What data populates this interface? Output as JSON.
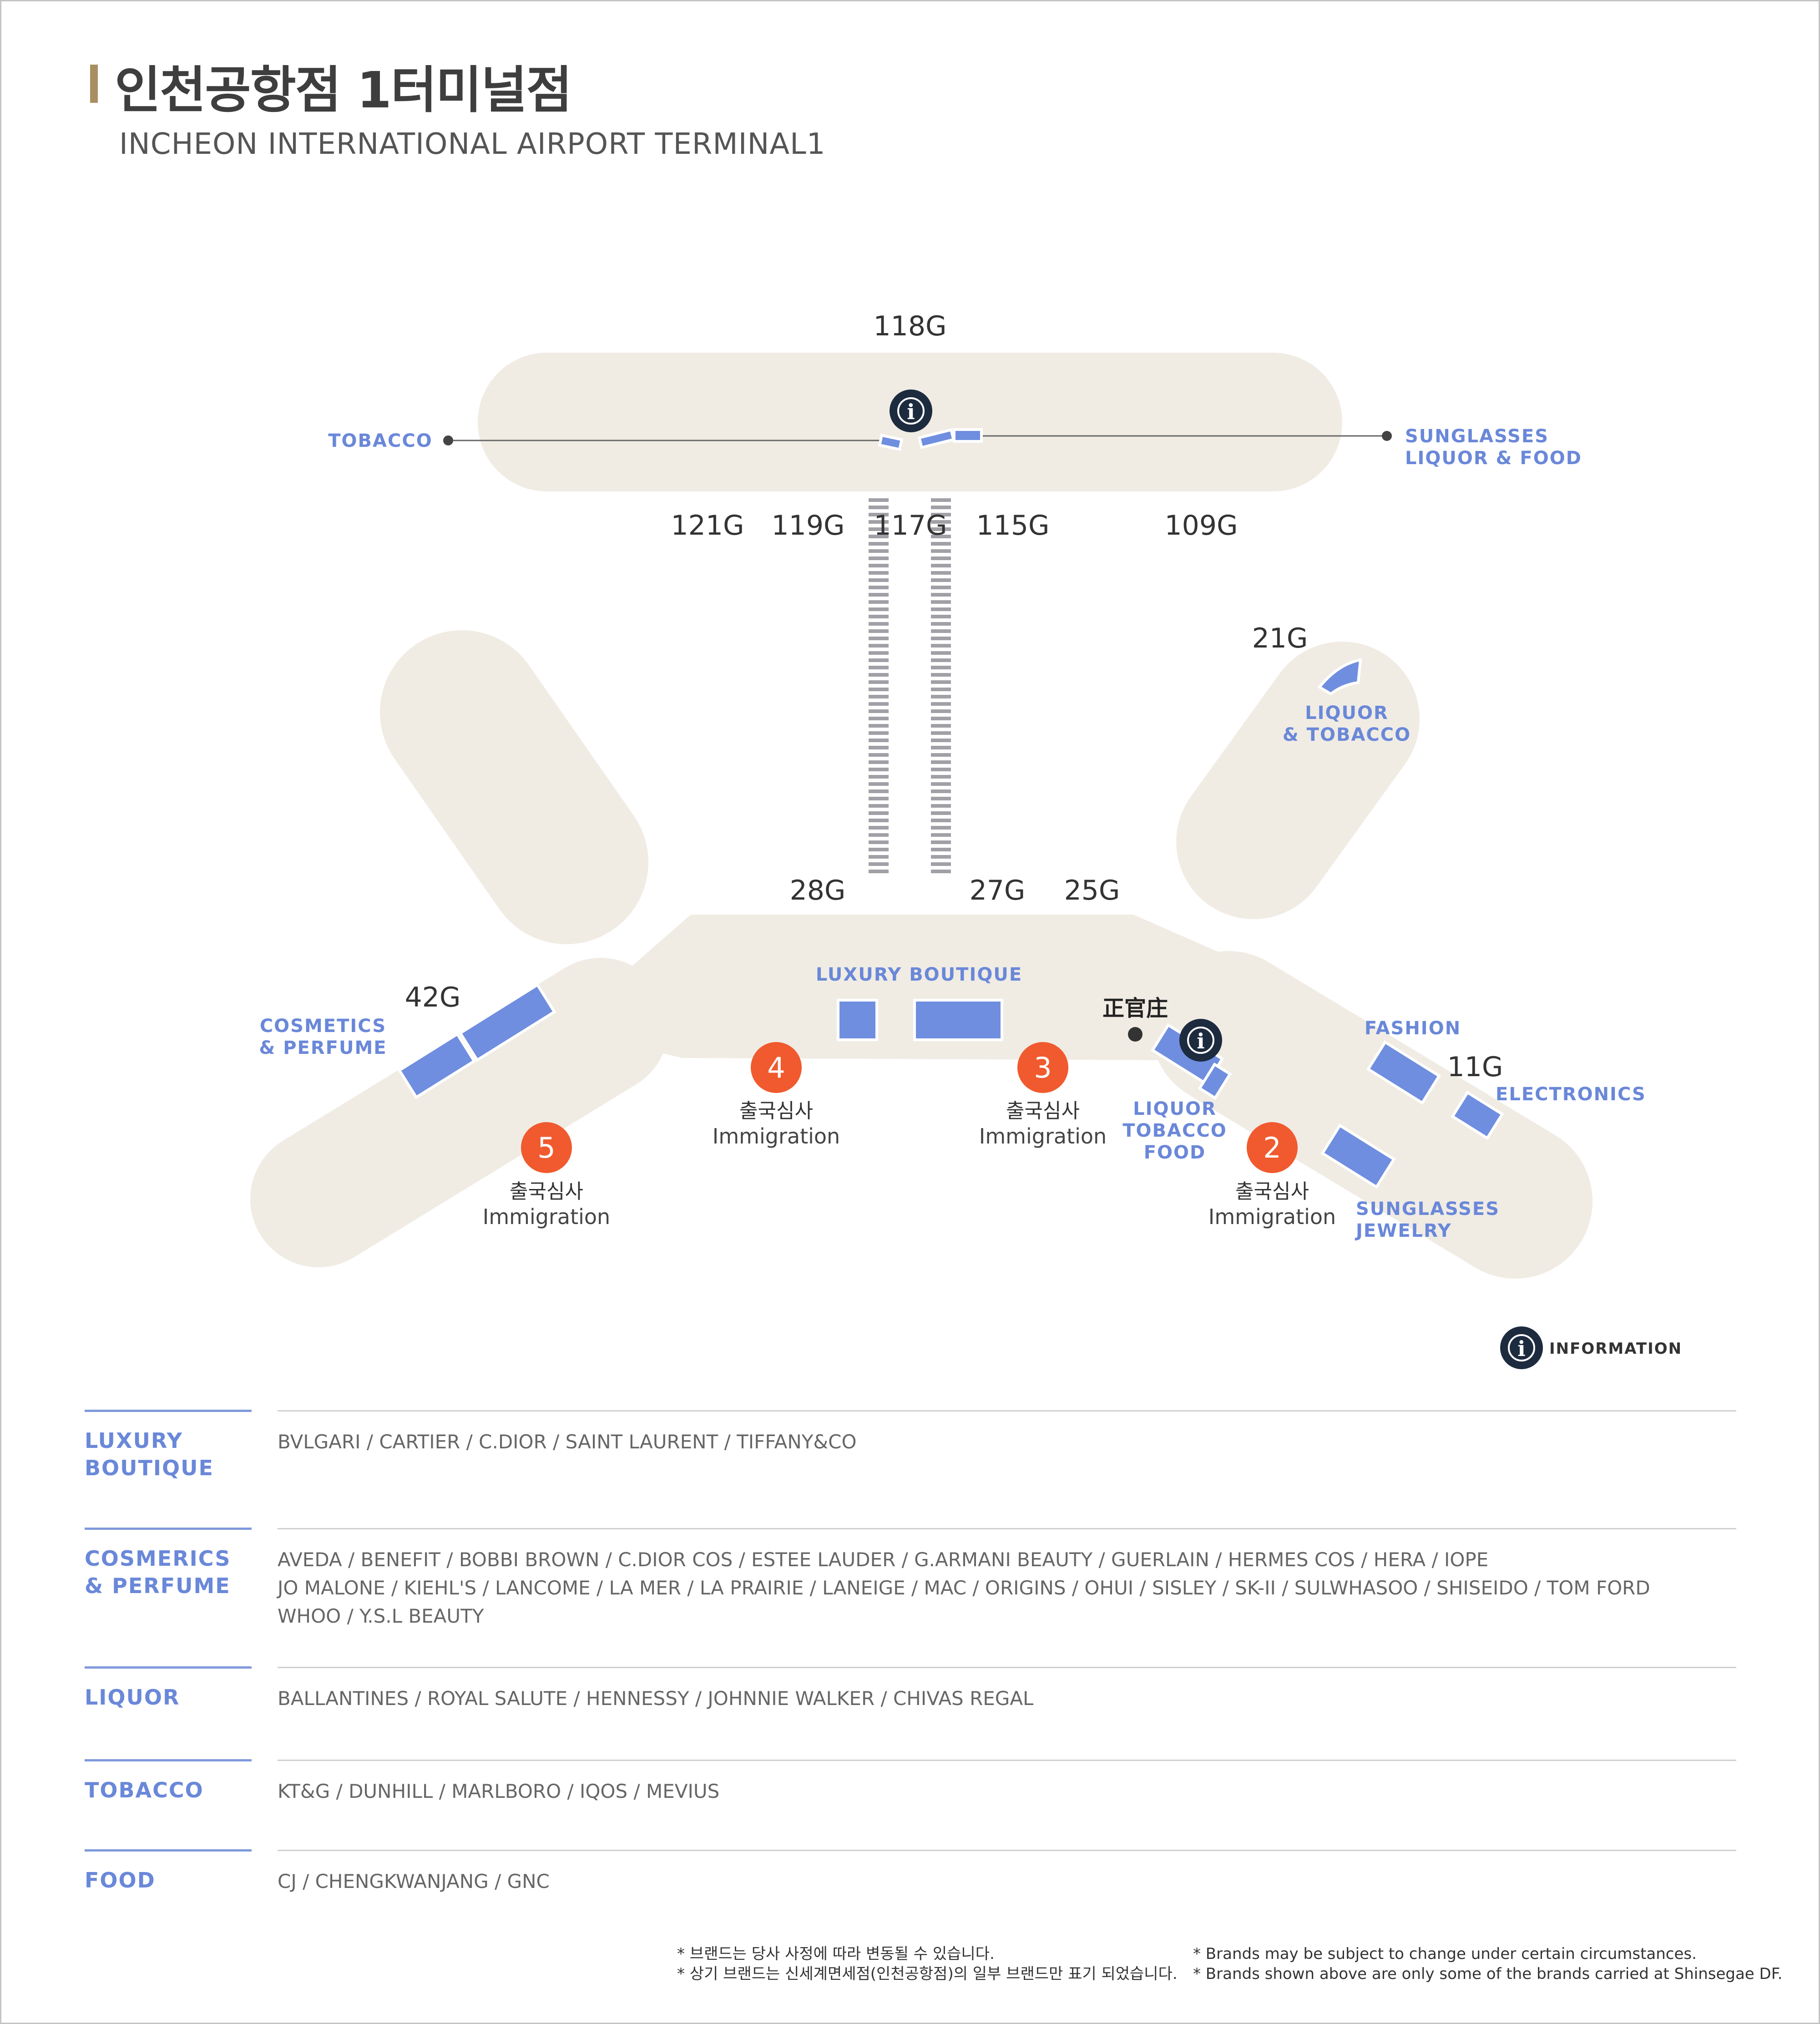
{
  "header": {
    "title_ko": "인천공항점 1터미널점",
    "title_en": "INCHEON INTERNATIONAL AIRPORT TERMINAL1"
  },
  "colors": {
    "accent_gold": "#a88f62",
    "zone_blue": "#6a88d9",
    "shop_blue": "#6f8edf",
    "immigration_orange": "#f05a2e",
    "info_navy": "#1d2b3f",
    "floor_beige": "#f0ece4"
  },
  "map": {
    "gates": {
      "g118": "118G",
      "g121": "121G",
      "g119": "119G",
      "g117": "117G",
      "g115": "115G",
      "g109": "109G",
      "g21": "21G",
      "g28": "28G",
      "g27": "27G",
      "g25": "25G",
      "g42": "42G",
      "g11": "11G"
    },
    "zones": {
      "tobacco": "TOBACCO",
      "sunglasses_top_1": "SUNGLASSES",
      "sunglasses_top_2": "LIQUOR & FOOD",
      "liquor_21_1": "LIQUOR",
      "liquor_21_2": "& TOBACCO",
      "luxury_boutique": "LUXURY BOUTIQUE",
      "cosmetics_1": "COSMETICS",
      "cosmetics_2": "& PERFUME",
      "fashion": "FASHION",
      "electronics": "ELECTRONICS",
      "liquor_center_1": "LIQUOR",
      "liquor_center_2": "TOBACCO",
      "liquor_center_3": "FOOD",
      "sunglasses_low_1": "SUNGLASSES",
      "sunglasses_low_2": "JEWELRY"
    },
    "brand_mark": "正官庄",
    "immigration": [
      {
        "num": "5",
        "ko": "출국심사",
        "en": "Immigration"
      },
      {
        "num": "4",
        "ko": "출국심사",
        "en": "Immigration"
      },
      {
        "num": "3",
        "ko": "출국심사",
        "en": "Immigration"
      },
      {
        "num": "2",
        "ko": "출국심사",
        "en": "Immigration"
      }
    ],
    "info_glyph": "i",
    "legend_information": "INFORMATION"
  },
  "categories": [
    {
      "name": "LUXURY\nBOUTIQUE",
      "lines": [
        "BVLGARI / CARTIER / C.DIOR / SAINT LAURENT / TIFFANY&CO"
      ]
    },
    {
      "name": "COSMERICS\n& PERFUME",
      "lines": [
        "AVEDA / BENEFIT / BOBBI BROWN / C.DIOR COS / ESTEE LAUDER / G.ARMANI BEAUTY / GUERLAIN / HERMES COS / HERA / IOPE",
        "JO MALONE / KIEHL'S / LANCOME / LA MER / LA PRAIRIE / LANEIGE / MAC / ORIGINS / OHUI / SISLEY  / SK-II / SULWHASOO / SHISEIDO / TOM FORD",
        "WHOO / Y.S.L BEAUTY"
      ]
    },
    {
      "name": "LIQUOR",
      "lines": [
        "BALLANTINES / ROYAL SALUTE / HENNESSY / JOHNNIE WALKER / CHIVAS REGAL"
      ]
    },
    {
      "name": "TOBACCO",
      "lines": [
        "KT&G / DUNHILL / MARLBORO / IQOS / MEVIUS"
      ]
    },
    {
      "name": "FOOD",
      "lines": [
        "CJ / CHENGKWANJANG / GNC"
      ]
    }
  ],
  "notes": {
    "ko": [
      "* 브랜드는 당사 사정에 따라 변동될 수 있습니다.",
      "* 상기 브랜드는 신세계면세점(인천공항점)의 일부 브랜드만 표기 되었습니다."
    ],
    "en": [
      "* Brands may be subject to change under certain circumstances.",
      "* Brands shown above are only some of the brands carried at Shinsegae DF."
    ]
  }
}
